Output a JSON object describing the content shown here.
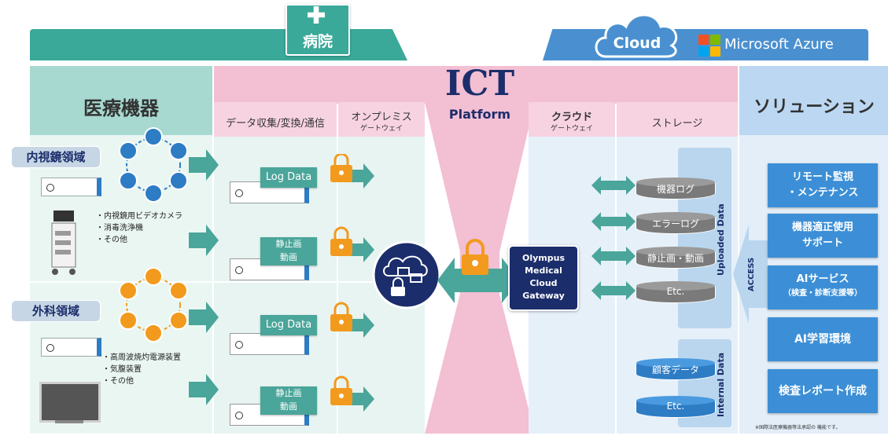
{
  "hospital": {
    "label": "病院"
  },
  "cloud": {
    "label": "Cloud",
    "azure_label": "Microsoft Azure"
  },
  "ict": {
    "title": "ICT",
    "subtitle": "Platform"
  },
  "devices": {
    "header": "医療機器",
    "endoscopy_label": "内視鏡領域",
    "endoscopy_items": [
      "・内視鏡用ビデオカメラ",
      "・消毒洗浄機",
      "・その他"
    ],
    "surgery_label": "外科領域",
    "surgery_items": [
      "・高周波焼灼電源装置",
      "・気腹装置",
      "・その他"
    ]
  },
  "columns": {
    "collect": "データ収集/変換/通信",
    "onprem": "オンプレミス",
    "onprem_sub": "ゲートウェイ",
    "cloudgw": "クラウド",
    "cloudgw_sub": "ゲートウェイ",
    "storage": "ストレージ",
    "solutions": "ソリューション"
  },
  "data_boxes": {
    "log": "Log Data",
    "still_1": "静止画",
    "still_2": "動画"
  },
  "gateway": {
    "line1": "Olympus",
    "line2": "Medical",
    "line3": "Cloud",
    "line4": "Gateway"
  },
  "storage": {
    "uploaded_label": "Uploaded Data",
    "internal_label": "Internal Data",
    "uploaded": [
      "機器ログ",
      "エラーログ",
      "静止画・動画",
      "Etc."
    ],
    "internal": [
      "顧客データ",
      "Etc."
    ]
  },
  "access_label": "ACCESS",
  "solutions": [
    {
      "line1": "リモート監視",
      "line2": "・メンテナンス"
    },
    {
      "line1": "機器適正使用",
      "line2": "サポート"
    },
    {
      "line1": "AIサービス",
      "line2": "（検査・診断支援等）"
    },
    {
      "line1": "AI学習環境",
      "line2": ""
    },
    {
      "line1": "検査レポート作成",
      "line2": ""
    }
  ],
  "footnote": "※国際法医療機器等法承認の 機能です。",
  "colors": {
    "teal": "#3aa99a",
    "pink": "#f3bfd3",
    "blue": "#2d7cc4",
    "navy": "#1b2d6b",
    "orange": "#f29a1e",
    "solution_blue": "#3c8fd6"
  }
}
